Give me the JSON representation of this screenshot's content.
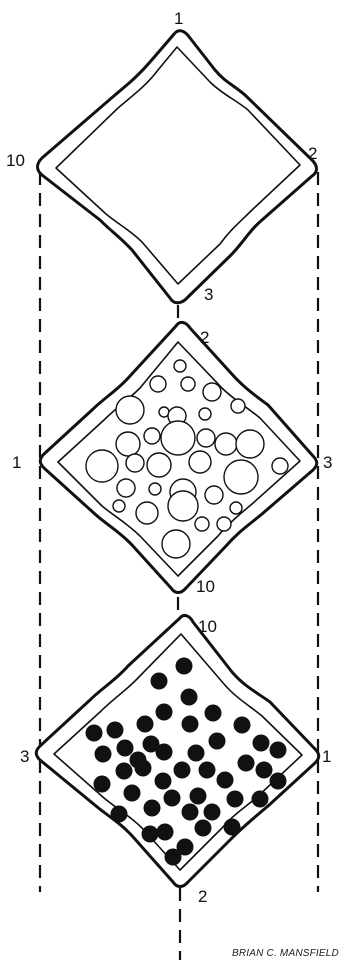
{
  "panels": [
    {
      "id": "top",
      "fill": "empty",
      "labels": {
        "top": "1",
        "right": "2",
        "bottom": "3",
        "left": "10"
      }
    },
    {
      "id": "middle",
      "fill": "open-circles",
      "labels": {
        "top": "2",
        "right": "3",
        "bottom": "10",
        "left": "1"
      }
    },
    {
      "id": "bottom",
      "fill": "filled-dots",
      "labels": {
        "top": "10",
        "right": "1",
        "bottom": "2",
        "left": "3"
      }
    }
  ],
  "credit": "BRIAN C. MANSFIELD",
  "colors": {
    "ink": "#111111",
    "paper": "#ffffff"
  }
}
